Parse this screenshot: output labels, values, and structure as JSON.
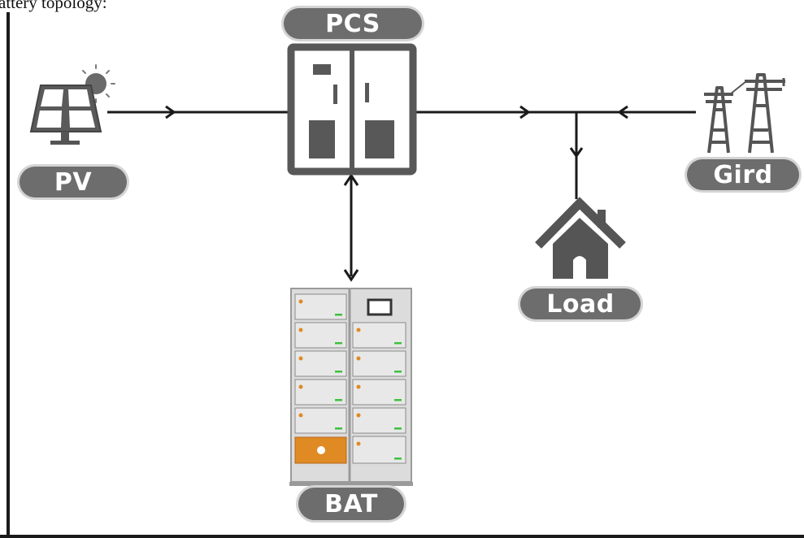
{
  "caption": "attery topology:",
  "labels": {
    "pcs": "PCS",
    "pv": "PV",
    "grid": "Gird",
    "load": "Load",
    "bat": "BAT"
  },
  "icons": [
    "solar-panel-icon",
    "sun-icon",
    "pcs-cabinet-icon",
    "grid-tower-icon",
    "house-icon",
    "battery-rack-icon"
  ],
  "colors": {
    "pill": "#6d6d6d",
    "icon": "#555555",
    "battery_orange": "#e08a24",
    "battery_led": "#3cc23c",
    "line": "#1a1a1a"
  }
}
